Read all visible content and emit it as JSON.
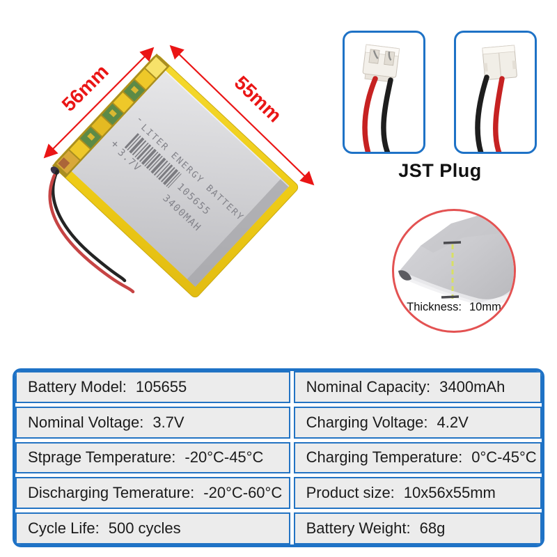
{
  "dimensions": {
    "side_56": "56mm",
    "side_55": "55mm"
  },
  "battery_print": {
    "minus": "-",
    "brand": "LITER ENERGY BATTERY",
    "model": "105655",
    "plus": "+",
    "voltage": "3.7V",
    "capacity": "3400MAH"
  },
  "jst": {
    "caption": "JST Plug"
  },
  "thickness": {
    "label": "Thickness:",
    "value": "10mm"
  },
  "table": {
    "rows": [
      {
        "left": {
          "label": "Battery Model:",
          "value": "105655"
        },
        "right": {
          "label": "Nominal Capacity:",
          "value": "3400mAh"
        }
      },
      {
        "left": {
          "label": "Nominal Voltage:",
          "value": "3.7V"
        },
        "right": {
          "label": "Charging Voltage:",
          "value": "4.2V"
        }
      },
      {
        "left": {
          "label": "Stprage Temperature:",
          "value": "-20°C-45°C"
        },
        "right": {
          "label": "Charging Temperature:",
          "value": "0°C-45°C"
        }
      },
      {
        "left": {
          "label": "Discharging Temerature:",
          "value": "-20°C-60°C"
        },
        "right": {
          "label": "Product size:",
          "value": "10x56x55mm"
        }
      },
      {
        "left": {
          "label": "Cycle Life:",
          "value": "500 cycles"
        },
        "right": {
          "label": "Battery Weight:",
          "value": "68g"
        }
      }
    ]
  },
  "colors": {
    "accent_blue": "#1e72c6",
    "arrow_red": "#ea1515",
    "circle_red": "#e35252",
    "cell_bg": "#ececec",
    "battery_yellow": "#eecb16",
    "battery_silver": "#d2d2d5"
  }
}
